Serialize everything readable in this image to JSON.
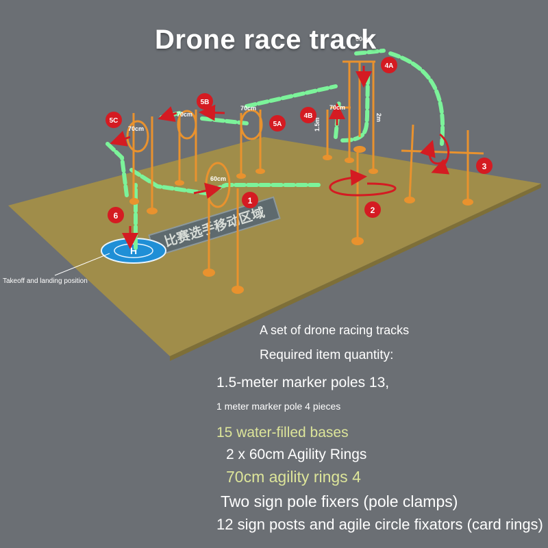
{
  "title": "Drone race track",
  "colors": {
    "background": "#6b6f74",
    "ground": "#a08d4a",
    "pole": "#e9922e",
    "path": "#7cf39a",
    "marker": "#d41b22",
    "landing_pad": "#1f8fd6",
    "highlight_text": "#dde59a"
  },
  "diagram": {
    "markers": [
      "1",
      "2",
      "3",
      "4A",
      "4B",
      "5A",
      "5B",
      "5C",
      "6"
    ],
    "dimension_labels": [
      "60cm",
      "60cm",
      "70cm",
      "70cm",
      "70cm",
      "70cm",
      "2m",
      "1.5m"
    ],
    "ground_sign": "比赛选手移动区域",
    "takeoff_label": "Takeoff and landing position"
  },
  "description": {
    "heading": "A set of drone racing tracks",
    "subheading": "Required item quantity:",
    "items": [
      "1.5-meter marker poles 13,",
      "1 meter marker pole 4 pieces",
      "15 water-filled bases",
      "2 x 60cm Agility Rings",
      "70cm agility rings 4",
      "Two sign pole fixers (pole clamps)",
      "12 sign posts and agile circle fixators (card rings)"
    ]
  }
}
